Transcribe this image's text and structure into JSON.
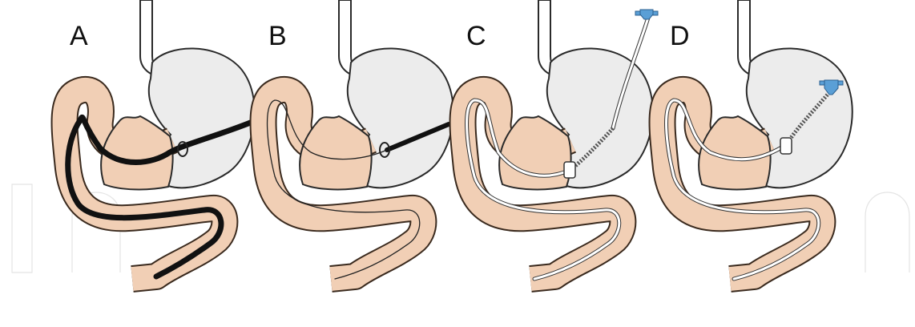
{
  "figure": {
    "panels": [
      {
        "id": "A",
        "label": "A"
      },
      {
        "id": "B",
        "label": "B"
      },
      {
        "id": "C",
        "label": "C"
      },
      {
        "id": "D",
        "label": "D"
      }
    ]
  },
  "colors": {
    "bowel": "#f1cfb5",
    "stomach": "#ececec",
    "outline": "#2a2a2a",
    "device_blue": "#5a9fd6",
    "background": "#ffffff"
  }
}
